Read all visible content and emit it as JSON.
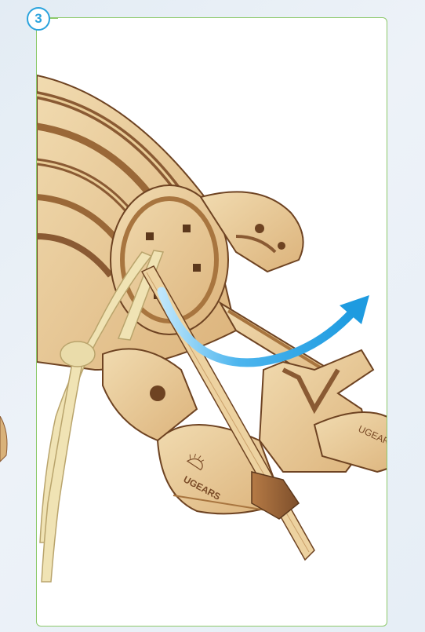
{
  "step": {
    "number": "3"
  },
  "model": {
    "brand_mark": "UGEARS",
    "wing_mark": "UGEARS"
  },
  "colors": {
    "frame_border": "#8cc96a",
    "badge": "#2aa3dd",
    "arrow": "#1e9be0",
    "wood_light": "#ecd2a4",
    "wood_mid": "#d9b27a",
    "wood_dark": "#8a5a33",
    "strap": "#f0e3b4"
  },
  "icons": [
    "motion-arrow-icon",
    "hedgehog-logo-icon"
  ]
}
